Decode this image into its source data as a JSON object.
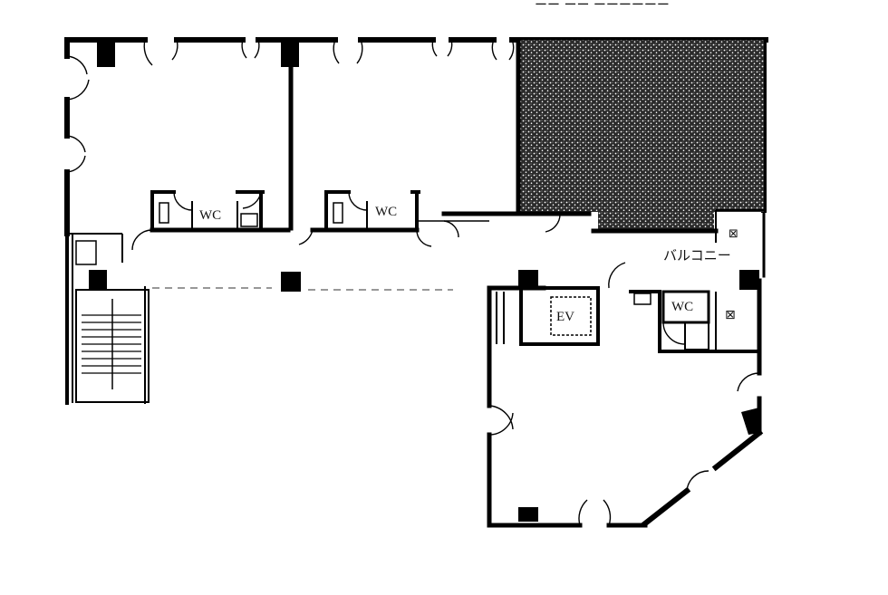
{
  "top_caption": "ーー ーー ーーーーーー",
  "labels": {
    "wc_1": "WC",
    "wc_2": "WC",
    "wc_3": "WC",
    "ev": "EV",
    "balcony": "バルコニー",
    "ps_1": "⊠",
    "ps_2": "⊠"
  },
  "colors": {
    "wall": "#000000",
    "background": "#ffffff",
    "stipple": "#3a3a3a"
  }
}
